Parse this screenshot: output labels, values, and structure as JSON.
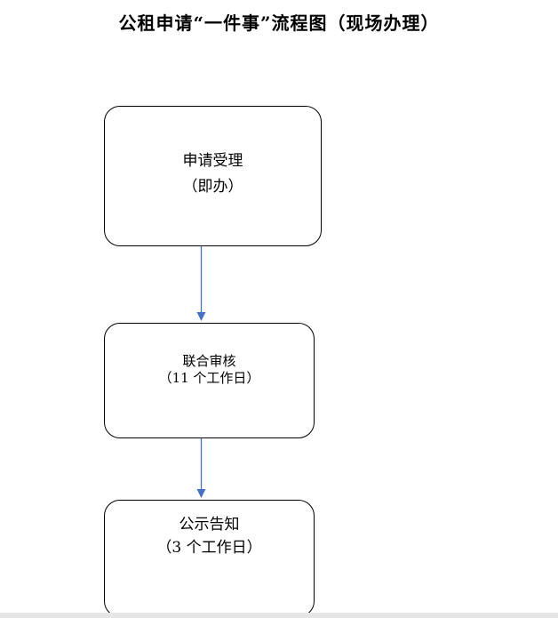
{
  "title": "公租申请“一件事”流程图（现场办理）",
  "nodes": [
    {
      "line1": "申请受理",
      "line2": "（即办）"
    },
    {
      "line1": "联合审核",
      "line2": "（11 个工作日）"
    },
    {
      "line1": "公示告知",
      "line2": "（3 个工作日）"
    }
  ],
  "colors": {
    "arrow": "#4472c4",
    "border": "#000000",
    "text": "#000000"
  }
}
